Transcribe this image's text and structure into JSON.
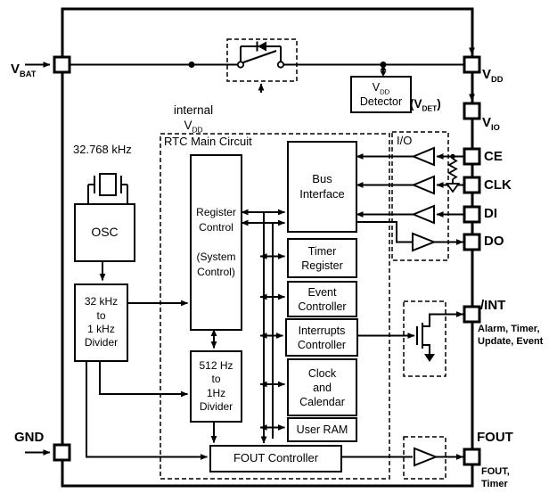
{
  "pins": {
    "vbat": {
      "base": "V",
      "sub": "BAT"
    },
    "gnd": {
      "label": "GND"
    },
    "vdd": {
      "base": "V",
      "sub": "DD"
    },
    "vio": {
      "base": "V",
      "sub": "IO"
    },
    "ce": {
      "label": "CE"
    },
    "clk": {
      "label": "CLK"
    },
    "di": {
      "label": "DI"
    },
    "do": {
      "label": "DO"
    },
    "int": {
      "label": "/INT"
    },
    "fout": {
      "label": "FOUT"
    }
  },
  "labels": {
    "osc_freq": "32.768 kHz",
    "rtc_main": "RTC Main Circuit",
    "io": "I/O",
    "internal_vdd": {
      "line1": "internal",
      "base": "V",
      "sub": "DD"
    },
    "vdet": {
      "pre": "(V",
      "sub": "DET",
      "post": ")"
    }
  },
  "boxes": {
    "osc": "OSC",
    "divider_32k": "32 kHz\nto\n1 kHz\nDivider",
    "divider_512": "512 Hz\nto\n1Hz\nDivider",
    "register_control": "Register\nControl\n\n(System\nControl)",
    "bus_interface": "Bus\nInterface",
    "timer_register": "Timer\nRegister",
    "event_controller": "Event\nController",
    "interrupts_controller": "Interrupts\nController",
    "clock_calendar": "Clock\nand\nCalendar",
    "user_ram": "User RAM",
    "fout_controller": "FOUT Controller",
    "vdd_detector": {
      "base": "V",
      "sub": "DD",
      "line2": "Detector"
    }
  },
  "annotations": {
    "int_events": "Alarm, Timer,\nUpdate, Event",
    "fout_signals": "FOUT,\nTimer"
  }
}
